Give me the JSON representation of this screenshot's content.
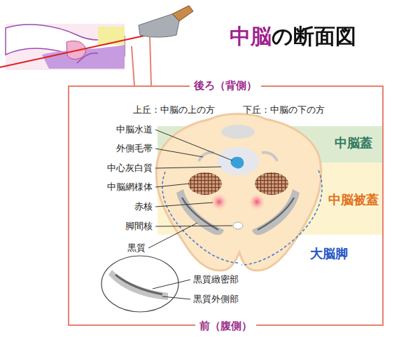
{
  "diagram": {
    "title": "中脳の断面図",
    "nodes": [
      {
        "text": [
          "後ろ（背側）",
          "前（腹側）"
        ]
      },
      {
        "text": [
          "中脳蓋"
        ],
        "in": 0
      },
      {
        "text": [
          "中脳被蓋"
        ],
        "in": 0
      },
      {
        "text": [
          "大脳脚"
        ],
        "in": 0
      }
    ],
    "labels": [
      "上丘：中脳の上の方",
      "下丘：中脳の下の方",
      "中脳水道",
      "外側毛帯",
      "中心灰白質",
      "中脳網様体",
      "赤核",
      "脚間核",
      "黒質",
      "黒質緻密部",
      "黒質外側部"
    ]
  }
}
